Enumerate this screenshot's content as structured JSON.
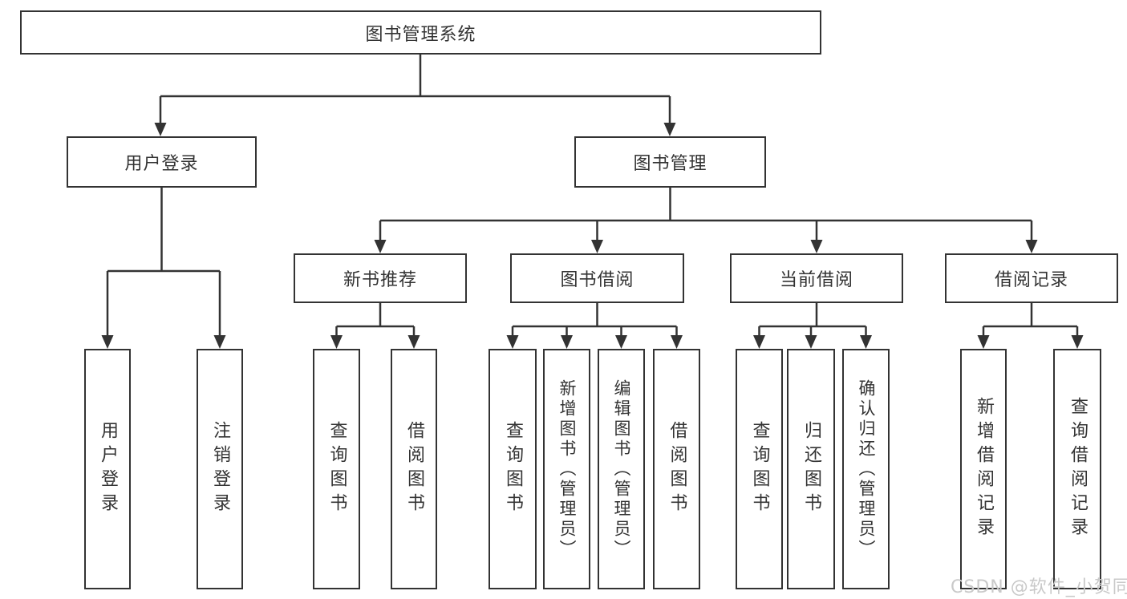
{
  "diagram": {
    "tree": {
      "label": "图书管理系统",
      "children": [
        {
          "label": "用户登录",
          "children": [
            {
              "label": "用户登录"
            },
            {
              "label": "注销登录"
            }
          ]
        },
        {
          "label": "图书管理",
          "children": [
            {
              "label": "新书推荐",
              "children": [
                {
                  "label": "查询图书"
                },
                {
                  "label": "借阅图书"
                }
              ]
            },
            {
              "label": "图书借阅",
              "children": [
                {
                  "label": "查询图书"
                },
                {
                  "label": "新增图书（管理员）"
                },
                {
                  "label": "编辑图书（管理员）"
                },
                {
                  "label": "借阅图书"
                }
              ]
            },
            {
              "label": "当前借阅",
              "children": [
                {
                  "label": "查询图书"
                },
                {
                  "label": "归还图书"
                },
                {
                  "label": "确认归还（管理员）"
                }
              ]
            },
            {
              "label": "借阅记录",
              "children": [
                {
                  "label": "新增借阅记录"
                },
                {
                  "label": "查询借阅记录"
                }
              ]
            }
          ]
        }
      ]
    }
  },
  "watermark": {
    "text": "CSDN @软件_小贺同学"
  },
  "colors": {
    "line": "#333333",
    "text": "#333333",
    "background": "#ffffff",
    "watermark": "#c9c9c9"
  }
}
